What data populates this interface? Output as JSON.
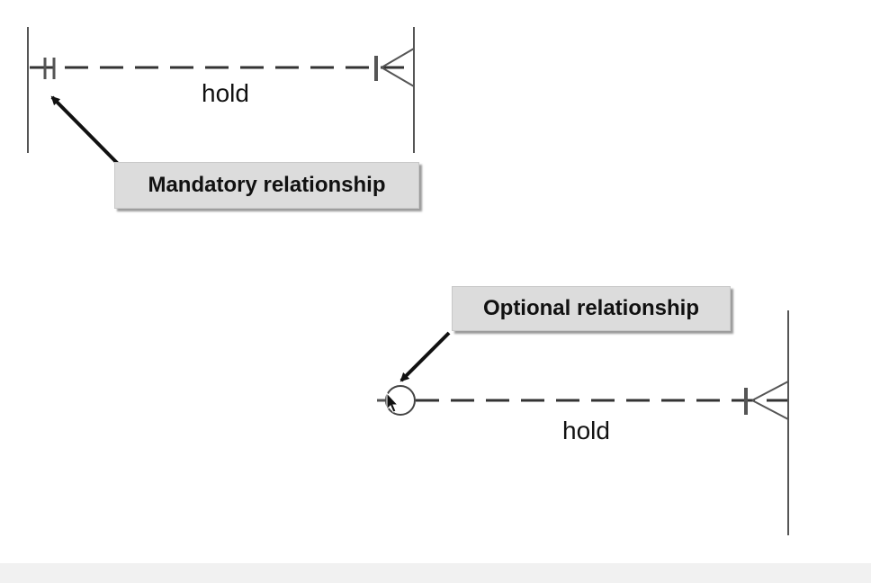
{
  "diagram": {
    "mandatory": {
      "relationship_label": "hold",
      "callout": "Mandatory relationship",
      "start_notation": "one-and-only-one",
      "end_notation": "one-or-many"
    },
    "optional": {
      "relationship_label": "hold",
      "callout": "Optional relationship",
      "start_notation": "zero-or-one",
      "end_notation": "one-or-many"
    },
    "colors": {
      "line": "#555555",
      "callout_bg": "#dcdcdc",
      "arrow": "#111111"
    }
  }
}
